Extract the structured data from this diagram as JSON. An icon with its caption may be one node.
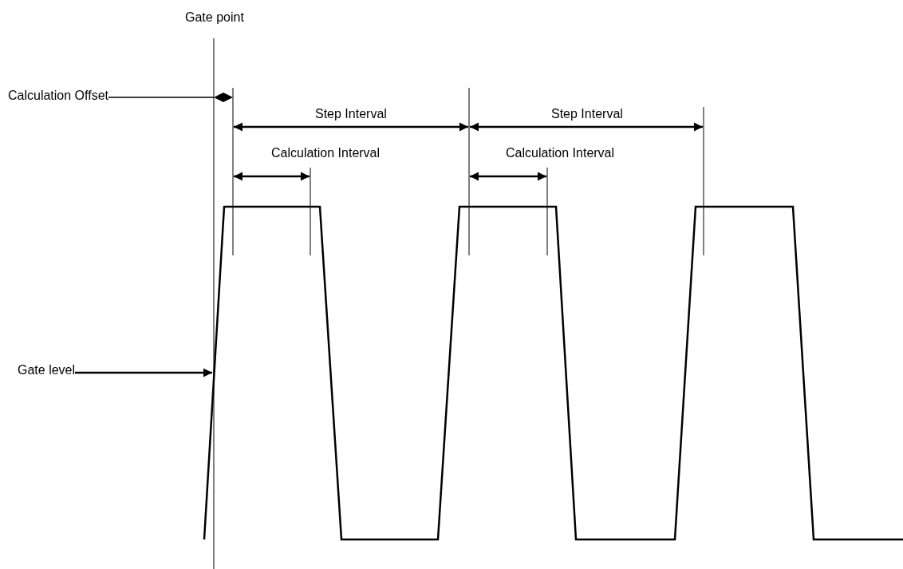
{
  "diagram": {
    "nodes": [
      {
        "text": [
          "Calculation Offset"
        ]
      },
      {
        "text": [
          "Gate level"
        ]
      }
    ],
    "edges": [
      {
        "from": 0,
        "to": null,
        "arrow": "other"
      },
      {
        "from": 1,
        "to": null,
        "arrow": "to"
      }
    ],
    "labels": [
      "Gate point",
      "Step Interval",
      "Step Interval",
      "Calculation Interval",
      "Calculation Interval"
    ]
  }
}
